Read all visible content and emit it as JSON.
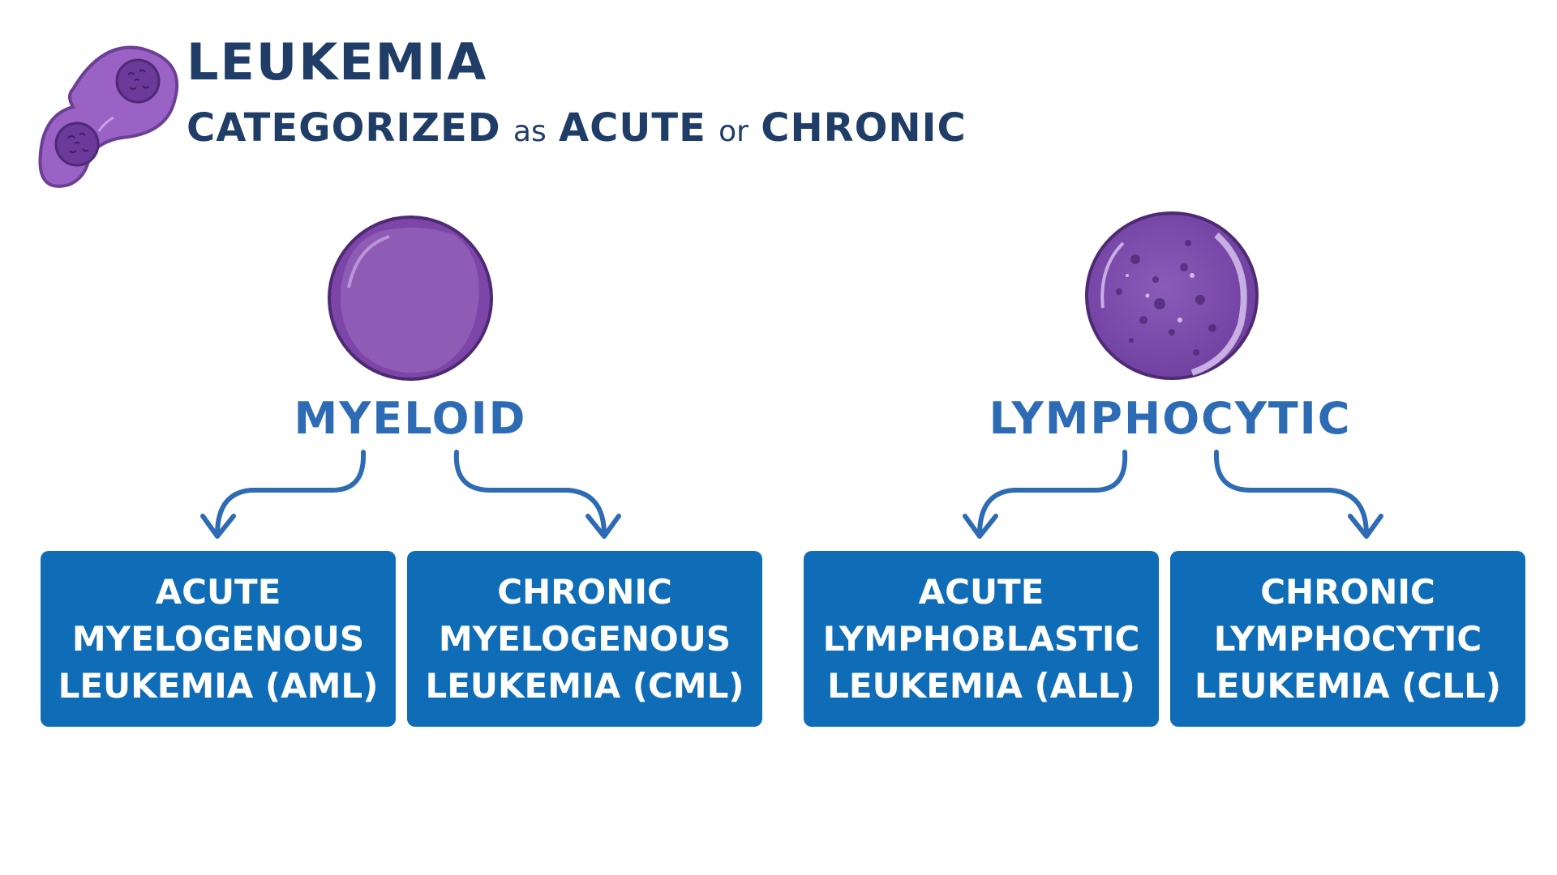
{
  "header": {
    "title": "LEUKEMIA",
    "subtitle": {
      "part1": "CATEGORIZED",
      "part2": "as",
      "part3": "ACUTE",
      "part4": "or",
      "part5": "CHRONIC"
    }
  },
  "categories": [
    {
      "label": "MYELOID",
      "boxes": [
        {
          "lines": [
            "ACUTE",
            "MYELOGENOUS",
            "LEUKEMIA (AML)"
          ]
        },
        {
          "lines": [
            "CHRONIC",
            "MYELOGENOUS",
            "LEUKEMIA (CML)"
          ]
        }
      ]
    },
    {
      "label": "LYMPHOCYTIC",
      "boxes": [
        {
          "lines": [
            "ACUTE",
            "LYMPHOBLASTIC",
            "LEUKEMIA (ALL)"
          ]
        },
        {
          "lines": [
            "CHRONIC",
            "LYMPHOCYTIC",
            "LEUKEMIA (CLL)"
          ]
        }
      ]
    }
  ],
  "colors": {
    "title_text": "#1f3d66",
    "category_text": "#2d6bb5",
    "box_fill": "#0f6cb6",
    "box_text": "#ffffff",
    "cell_purple": "#8a56b0",
    "arrow": "#2d6bb5"
  },
  "icons": {
    "logo": "dividing-cell-icon",
    "myeloid_cell": "myeloid-cell-icon",
    "lymphocytic_cell": "lymphocyte-cell-icon"
  }
}
